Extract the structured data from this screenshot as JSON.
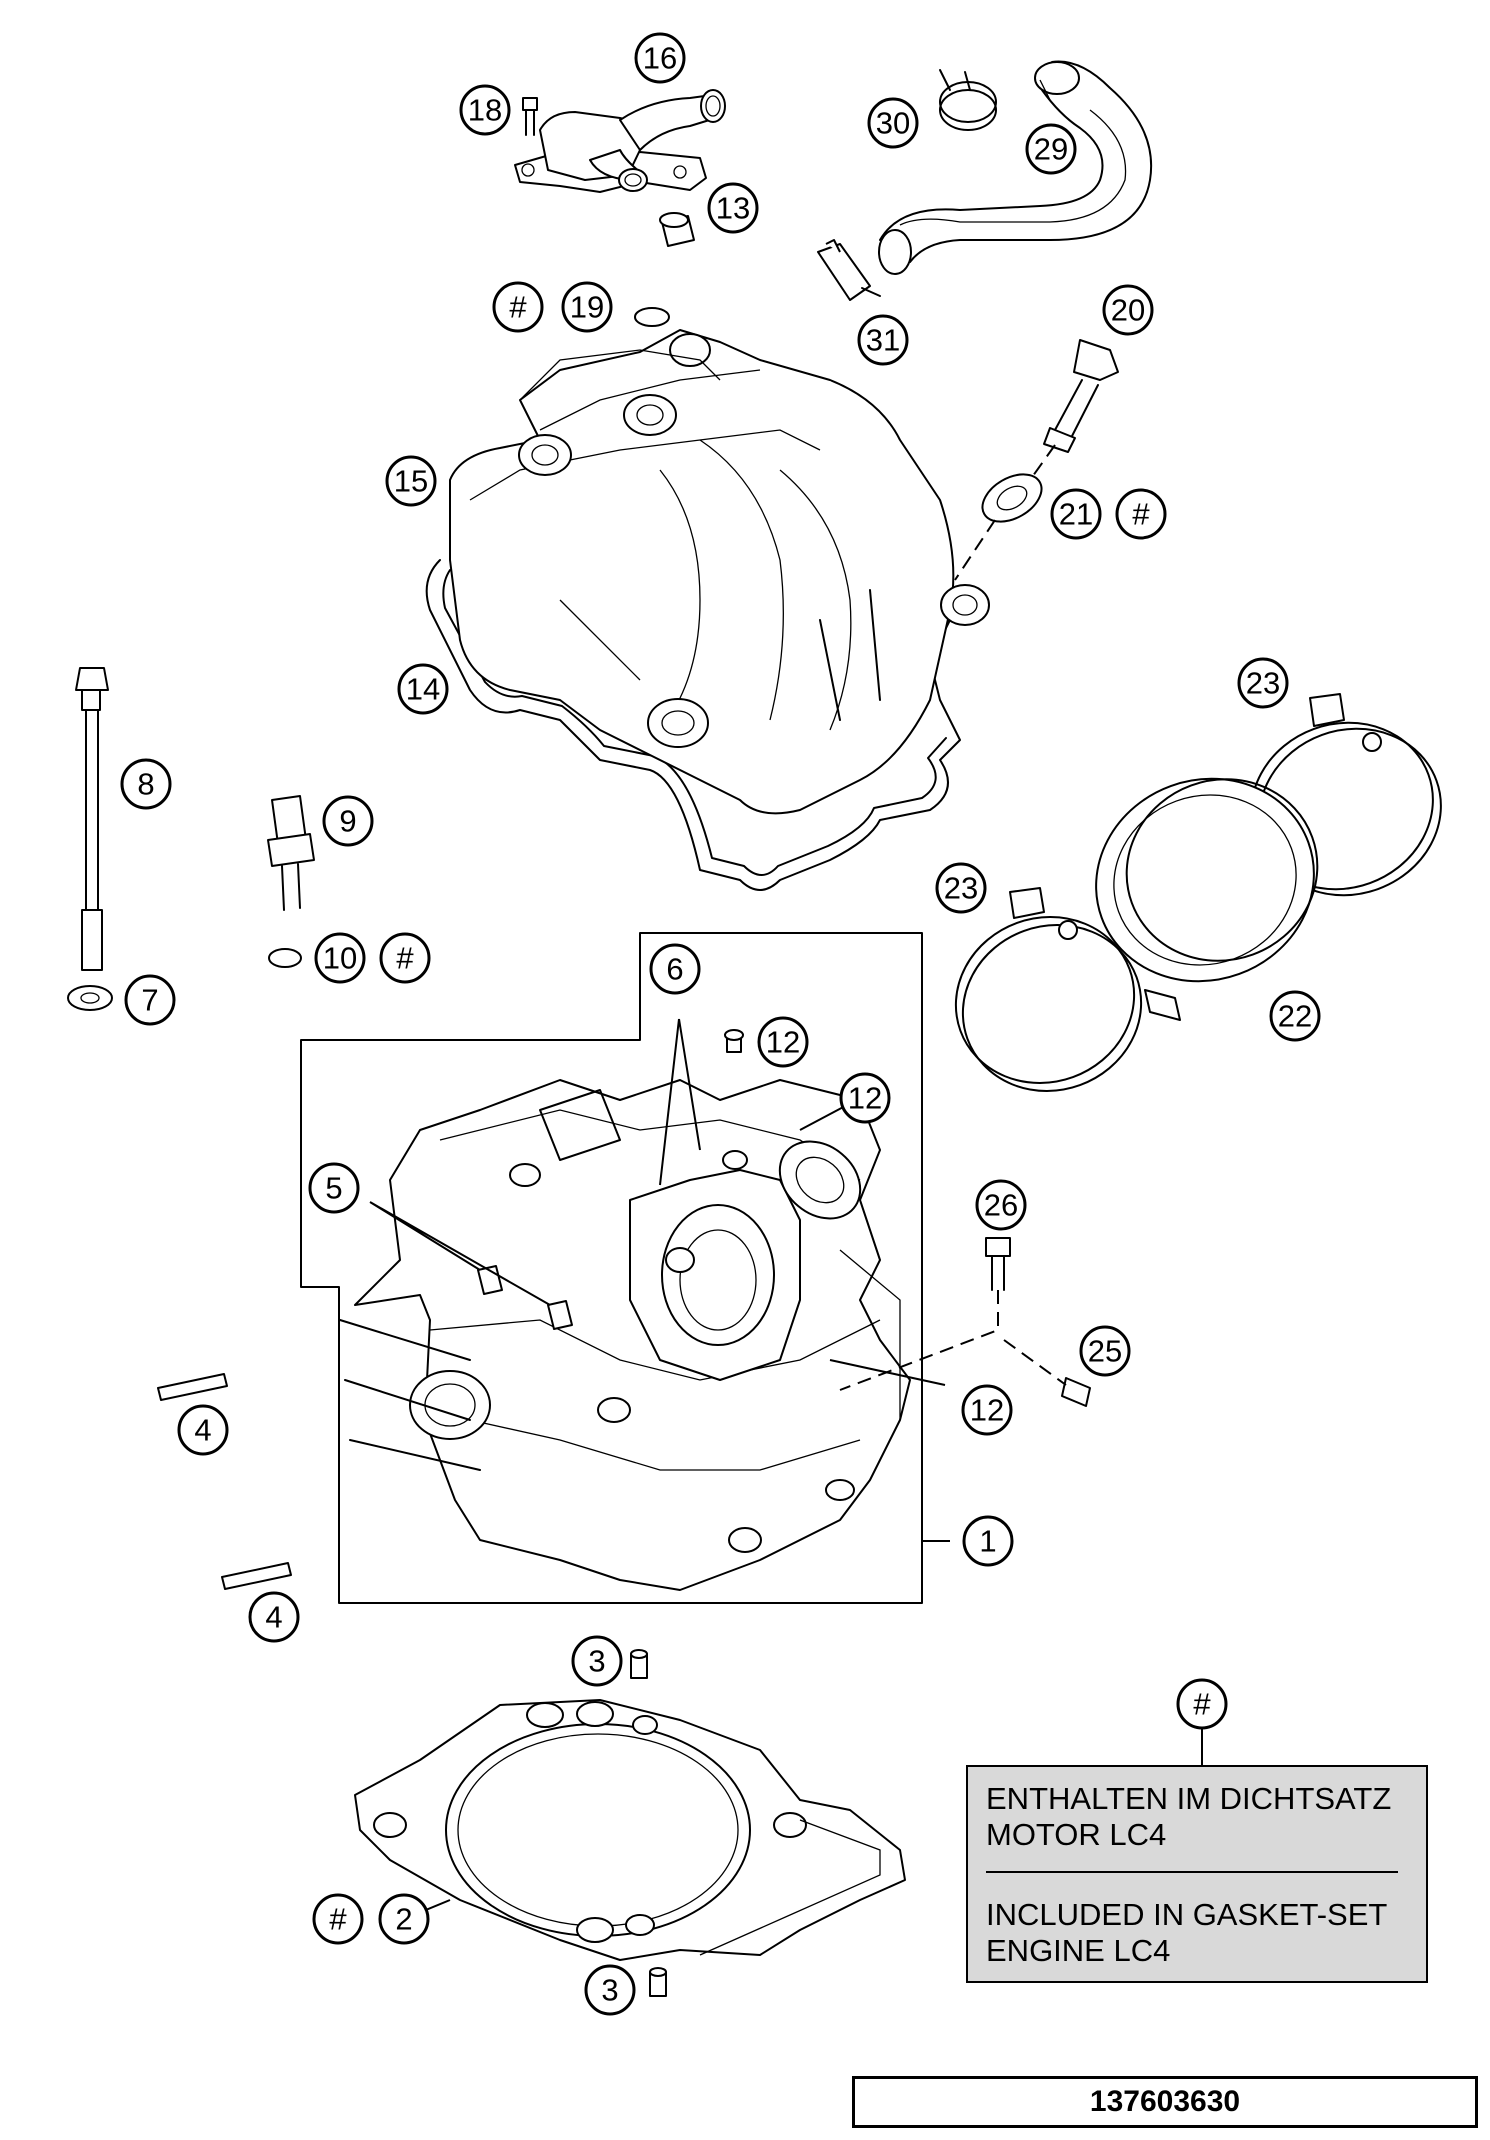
{
  "callouts": {
    "c16": "16",
    "c18": "18",
    "c13": "13",
    "c30": "30",
    "c29": "29",
    "c31": "31",
    "c19_hash": "#",
    "c19": "19",
    "c20": "20",
    "c15": "15",
    "c21": "21",
    "c21_hash": "#",
    "c14": "14",
    "c23_top": "23",
    "c8": "8",
    "c9": "9",
    "c23_left": "23",
    "c10": "10",
    "c10_hash": "#",
    "c7": "7",
    "c22": "22",
    "c6": "6",
    "c12_a": "12",
    "c12_b": "12",
    "c5": "5",
    "c26": "26",
    "c25": "25",
    "c4_a": "4",
    "c12_c": "12",
    "c1": "1",
    "c4_b": "4",
    "c3_a": "3",
    "c_legend_hash": "#",
    "c2_hash": "#",
    "c2": "2",
    "c3_b": "3"
  },
  "legend": {
    "line1": "ENTHALTEN IM DICHTSATZ",
    "line2": "MOTOR LC4",
    "line3": "INCLUDED IN GASKET-SET",
    "line4": "ENGINE LC4"
  },
  "drawing_number": "137603630"
}
